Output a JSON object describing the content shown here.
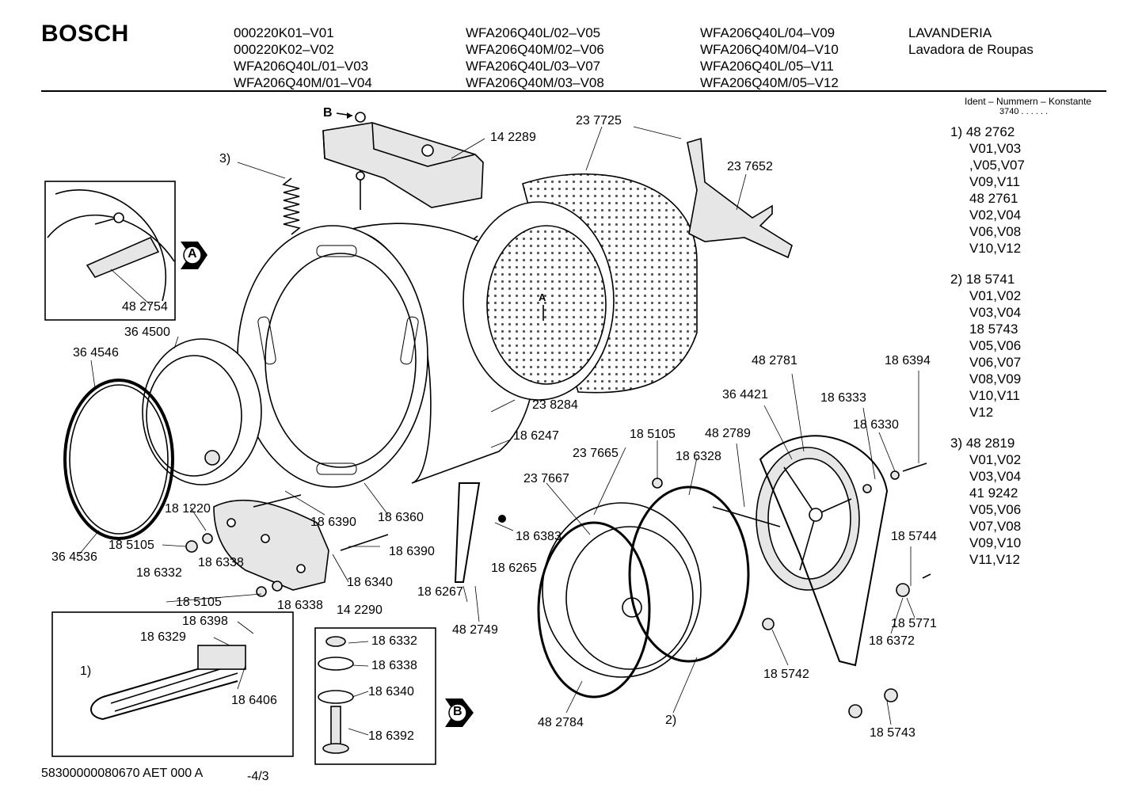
{
  "header": {
    "brand": "BOSCH",
    "col1": [
      "000220K01–V01",
      "000220K02–V02",
      "WFA206Q40L/01–V03",
      "WFA206Q40M/01–V04"
    ],
    "col2": [
      "WFA206Q40L/02–V05",
      "WFA206Q40M/02–V06",
      "WFA206Q40L/03–V07",
      "WFA206Q40M/03–V08"
    ],
    "col3": [
      "WFA206Q40L/04–V09",
      "WFA206Q40M/04–V10",
      "WFA206Q40L/05–V11",
      "WFA206Q40M/05–V12"
    ],
    "col4": [
      "LAVANDERIA",
      "Lavadora de Roupas"
    ]
  },
  "ident": {
    "title": "Ident – Nummern – Konstante",
    "code": "3740  . .    . . . ."
  },
  "notes": [
    "1)  48 2762",
    "V01,V03",
    ",V05,V07",
    "V09,V11",
    "48 2761",
    "V02,V04",
    "V06,V08",
    "V10,V12",
    "2)  18 5741",
    "V01,V02",
    "V03,V04",
    "18 5743",
    "V05,V06",
    "V06,V07",
    "V08,V09",
    "V10,V11",
    "V12",
    "3)  48 2819",
    "V01,V02",
    "V03,V04",
    "41 9242",
    "V05,V06",
    "V07,V08",
    "V09,V10",
    "V11,V12"
  ],
  "labels": {
    "b_arrow": "B",
    "l142289": "14 2289",
    "l3": "3)",
    "l237725": "23 7725",
    "l237652": "23 7652",
    "l482754": "48 2754",
    "l364500": "36 4500",
    "l364546": "36 4546",
    "a_arrow": "A",
    "l482781": "48 2781",
    "l186394": "18 6394",
    "l364421": "36 4421",
    "l186333": "18 6333",
    "l186330": "18 6330",
    "l238284": "23 8284",
    "l185105a": "18 5105",
    "l482789": "48 2789",
    "l186247": "18 6247",
    "l237665": "23 7665",
    "l186328": "18 6328",
    "l237667": "23 7667",
    "l181220": "18 1220",
    "l186390a": "18 6390",
    "l186360": "18 6360",
    "l186383": "18 6383",
    "l185105b": "18 5105",
    "l364536": "36 4536",
    "l186338a": "18 6338",
    "l186390b": "18 6390",
    "l186265": "18 6265",
    "l185744": "18 5744",
    "l186332a": "18 6332",
    "l186340a": "18 6340",
    "l186267": "18 6267",
    "l185105c": "18 5105",
    "l186338b": "18 6338",
    "l142290": "14 2290",
    "l185771": "18 5771",
    "l186372": "18 6372",
    "l482749": "48 2749",
    "l186398": "18 6398",
    "l186329": "18 6329",
    "l1": "1)",
    "l186406": "18 6406",
    "l186332b": "18 6332",
    "l186338c": "18 6338",
    "l186340b": "18 6340",
    "l186392": "18 6392",
    "l185742": "18 5742",
    "l482784": "48 2784",
    "l2": "2)",
    "l185743": "18 5743",
    "badge_a": "A",
    "badge_b": "B"
  },
  "footer": {
    "code": "58300000080670 AET 000 A",
    "page": "-4/3"
  }
}
